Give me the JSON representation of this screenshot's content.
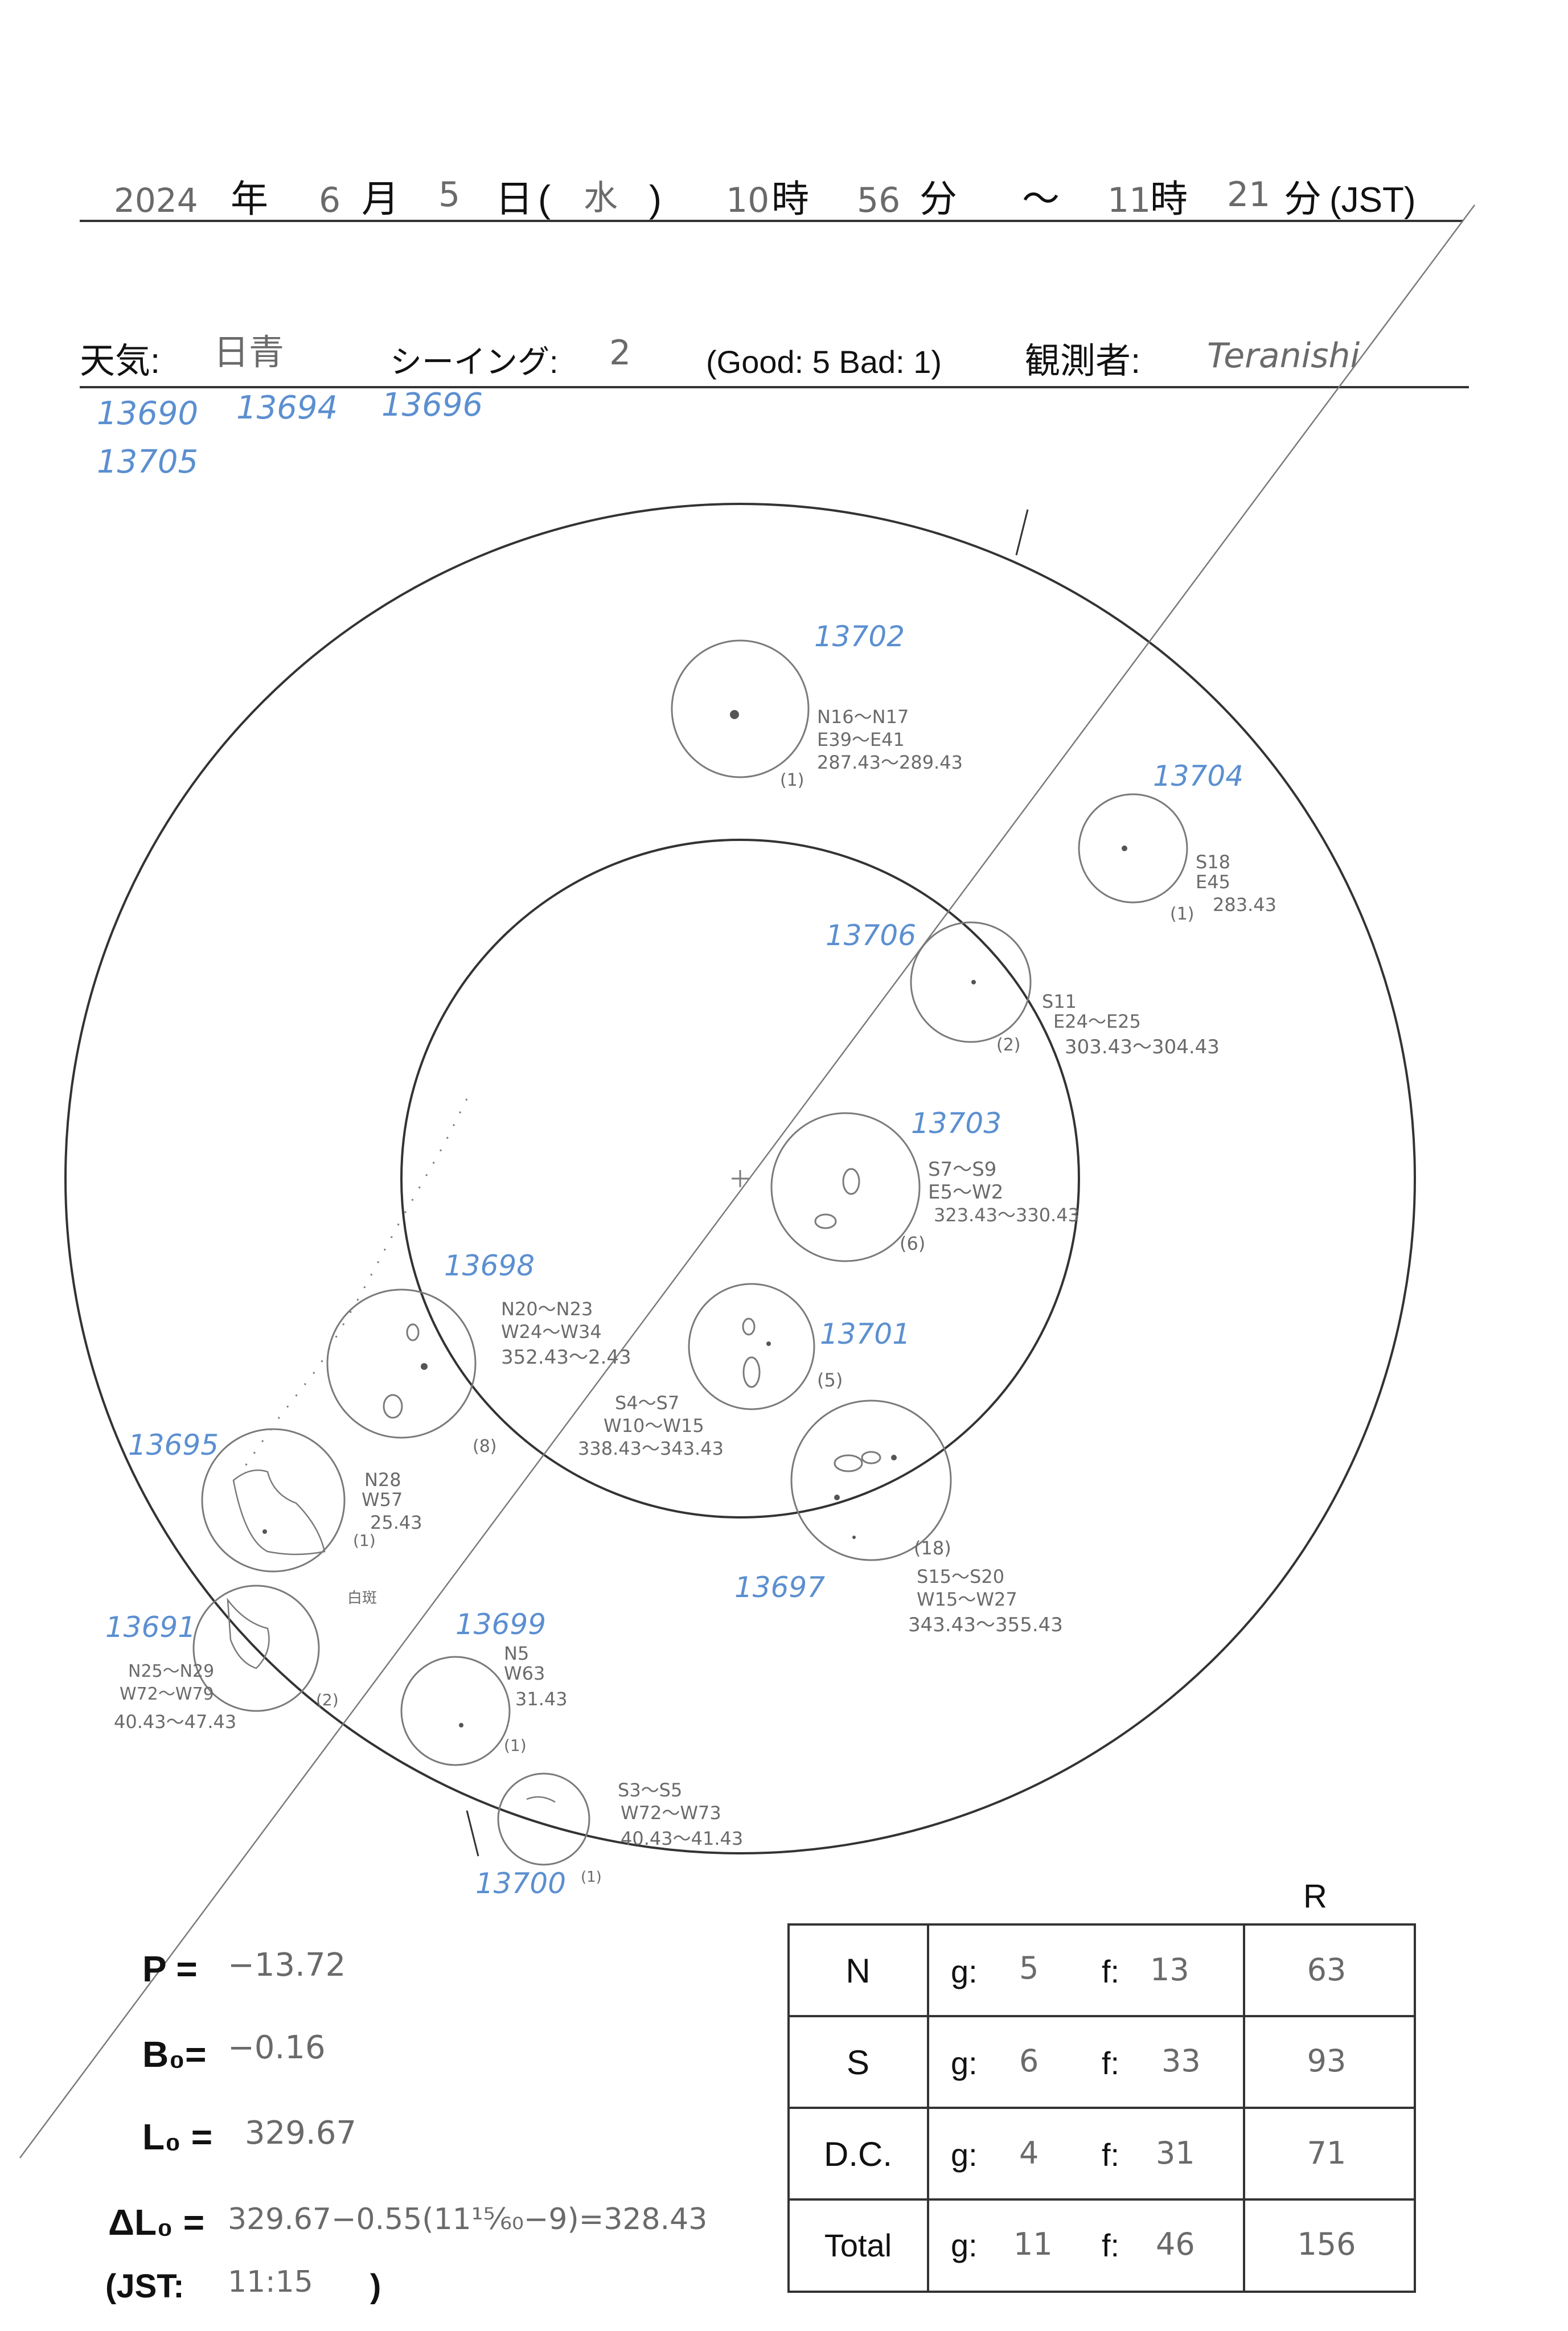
{
  "header": {
    "year": "2024",
    "year_unit": "年",
    "month": "6",
    "month_unit": "月",
    "day": "5",
    "day_unit": "日",
    "weekday": "水",
    "start_hour": "10",
    "hour_unit": "時",
    "start_min": "56",
    "min_unit": "分",
    "tilde": "～",
    "end_hour": "11",
    "end_hour_unit": "時",
    "end_min": "21",
    "end_min_unit": "分",
    "tz": "(JST)"
  },
  "conditions": {
    "weather_label": "天気:",
    "weather_value": "日青",
    "seeing_label": "シーイング:",
    "seeing_value": "2",
    "seeing_scale": "(Good: 5  Bad: 1)",
    "observer_label": "観測者:",
    "observer_value": "Teranishi"
  },
  "unseen_regions": [
    "13690",
    "13694",
    "13696",
    "13705"
  ],
  "spots": [
    {
      "id": "13702",
      "lines": [
        "N16～N17",
        "E39～E41",
        "287.43～289.43"
      ],
      "count": "(1)"
    },
    {
      "id": "13704",
      "lines": [
        "S18",
        "E45",
        "283.43"
      ],
      "count": "(1)"
    },
    {
      "id": "13706",
      "lines": [
        "S11",
        "E24～E25",
        "303.43～304.43"
      ],
      "count": "(2)"
    },
    {
      "id": "13703",
      "lines": [
        "S7～S9",
        "E5～W2",
        "323.43～330.43"
      ],
      "count": "(6)"
    },
    {
      "id": "13698",
      "lines": [
        "N20～N23",
        "W24～W34",
        "352.43～2.43"
      ],
      "count": "(8)"
    },
    {
      "id": "13701",
      "lines": [
        "S4～S7",
        "W10～W15",
        "338.43～343.43"
      ],
      "count": "(5)"
    },
    {
      "id": "13695",
      "lines": [
        "N28",
        "W57",
        "25.43"
      ],
      "count": "(1)"
    },
    {
      "id": "13697",
      "lines": [
        "S15～S20",
        "W15～W27",
        "343.43～355.43"
      ],
      "count": "(18)"
    },
    {
      "id": "13691",
      "lines": [
        "N25～N29",
        "W72～W79",
        "40.43～47.43"
      ],
      "count": "(2)"
    },
    {
      "id": "13699",
      "lines": [
        "N5",
        "W63",
        "31.43"
      ],
      "count": "(1)"
    },
    {
      "id": "13700",
      "lines": [
        "S3～S5",
        "W72～W73",
        "40.43～41.43"
      ],
      "count": "(1)"
    }
  ],
  "small_note": "白斑",
  "params": {
    "p_label": "P =",
    "p_value": "−13.72",
    "b0_label": "B₀=",
    "b0_value": "−0.16",
    "l0_label": "L₀ =",
    "l0_value": "329.67",
    "dl0_label": "ΔL₀ =",
    "dl0_expr": "329.67−0.55(11¹⁵⁄₆₀−9)=328.43",
    "jst_label": "(JST:",
    "jst_value": "11:15",
    "jst_close": ")"
  },
  "table": {
    "r_header": "R",
    "g_label": "g:",
    "f_label": "f:",
    "rows": [
      {
        "label": "N",
        "g": "5",
        "f": "13",
        "r": "63"
      },
      {
        "label": "S",
        "g": "6",
        "f": "33",
        "r": "93"
      },
      {
        "label": "D.C.",
        "g": "4",
        "f": "31",
        "r": "71"
      },
      {
        "label": "Total",
        "g": "11",
        "f": "46",
        "r": "156"
      }
    ]
  }
}
